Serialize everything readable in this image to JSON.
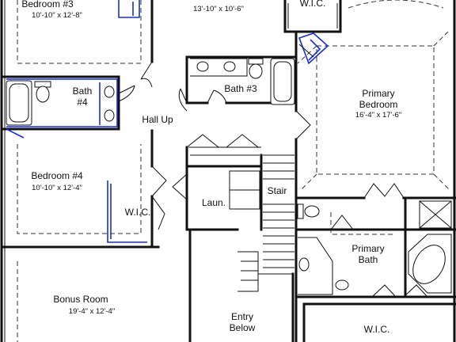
{
  "plan": {
    "highlight_color": "#1a2fd6",
    "line_color": "#111111",
    "rooms": {
      "bedroom3": {
        "name": "Bedroom #3",
        "dim": "10'-10\" x 12'-8\""
      },
      "bedroom2_dim": "13'-10\" x 10'-6\"",
      "wic_top": "W.I.C.",
      "bath4": {
        "line1": "Bath",
        "line2": "#4"
      },
      "bath3": "Bath #3",
      "hall": "Hall Up",
      "primary_bedroom": {
        "line1": "Primary",
        "line2": "Bedroom",
        "dim": "16'-4\" x 17'-6\""
      },
      "bedroom4": {
        "name": "Bedroom #4",
        "dim": "10'-10\" x 12'-4\""
      },
      "wic_left": "W.I.C.",
      "laundry": "Laun.",
      "stair": "Stair",
      "primary_bath": {
        "line1": "Primary",
        "line2": "Bath"
      },
      "bonus_room": {
        "name": "Bonus Room",
        "dim": "19'-4\" x 12'-4\""
      },
      "entry": {
        "line1": "Entry",
        "line2": "Below"
      },
      "wic_bottom": "W.I.C."
    }
  }
}
